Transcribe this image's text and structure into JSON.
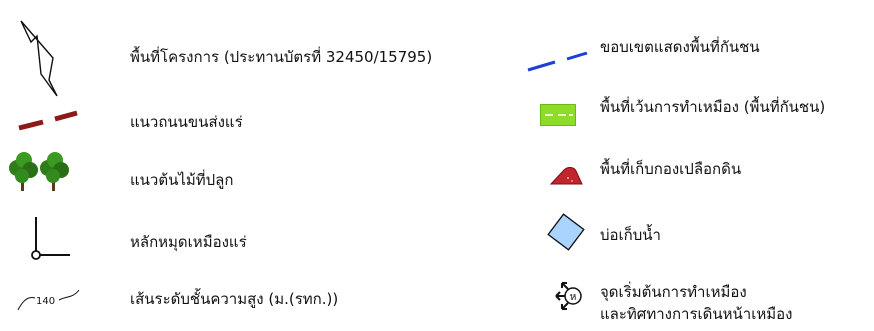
{
  "legend": {
    "left": [
      {
        "symbol": "project-boundary-icon",
        "label": "พื้นที่โครงการ (ประทานบัตรที่ 32450/15795)"
      },
      {
        "symbol": "haul-road-icon",
        "label": "แนวถนนขนส่งแร่",
        "color": "#8b1a1a"
      },
      {
        "symbol": "tree-row-icon",
        "label": "แนวต้นไม้ที่ปลูก",
        "color": "#2e7d1a"
      },
      {
        "symbol": "mine-survey-marker-icon",
        "label": "หลักหมุดเหมืองแร่"
      },
      {
        "symbol": "contour-line-icon",
        "label": "เส้นระดับชั้นความสูง (ม.(รทก.))",
        "contour_value": "140"
      }
    ],
    "right": [
      {
        "symbol": "buffer-boundary-icon",
        "label": "ขอบเขตแสดงพื้นที่กันชน",
        "color": "#1f3fd6"
      },
      {
        "symbol": "buffer-area-icon",
        "label": "พื้นที่เว้นการทำเหมือง (พื้นที่กันชน)",
        "color": "#8fdc28"
      },
      {
        "symbol": "topsoil-stockpile-icon",
        "label": "พื้นที่เก็บกองเปลือกดิน",
        "color": "#c0262b"
      },
      {
        "symbol": "water-pond-icon",
        "label": "บ่อเก็บน้ำ",
        "color": "#aad4ff"
      },
      {
        "symbol": "mining-start-direction-icon",
        "label": [
          "จุดเริ่มต้นการทำเหมือง",
          "และทิศทางการเดินหน้าเหมือง"
        ],
        "marker_letter": "ห"
      }
    ]
  }
}
